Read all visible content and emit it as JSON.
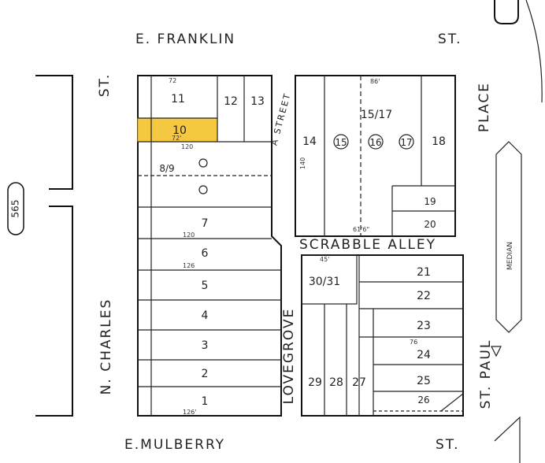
{
  "streets": {
    "top_left": "E. FRANKLIN",
    "top_right": "ST.",
    "bottom_left": "E.MULBERRY",
    "bottom_right": "ST.",
    "left_vertical_st": "ST.",
    "left_vertical_name": "N. CHARLES",
    "right_place": "PLACE",
    "st_paul": "ST. PAUL",
    "median": "MEDIAN",
    "a_street": "A STREET",
    "lovegrove": "LOVEGROVE",
    "scrabble_alley": "SCRABBLE ALLEY",
    "route_badge": "565"
  },
  "lots_west": [
    "11",
    "12",
    "13",
    "10",
    "8/9",
    "7",
    "6",
    "5",
    "4",
    "3",
    "2",
    "1"
  ],
  "lots_north_east": [
    "14",
    "15/17",
    "15",
    "16",
    "17",
    "18",
    "19",
    "20"
  ],
  "lots_south_east": [
    "30/31",
    "21",
    "22",
    "23",
    "24",
    "25",
    "26",
    "27",
    "28",
    "29"
  ],
  "highlight": {
    "lot": "10",
    "color": "#f5c842"
  },
  "dimensions": {
    "lot11_width": "72",
    "lot10_width": "72'",
    "lot8_width": "120",
    "lot7_width": "120",
    "lot6_width": "126",
    "lot1_width": "126'",
    "lot14_depth": "140",
    "lot15_width": "86'",
    "lot1517_depth": "61'6\"",
    "lot30_width": "45'",
    "lot23_width": "76"
  }
}
